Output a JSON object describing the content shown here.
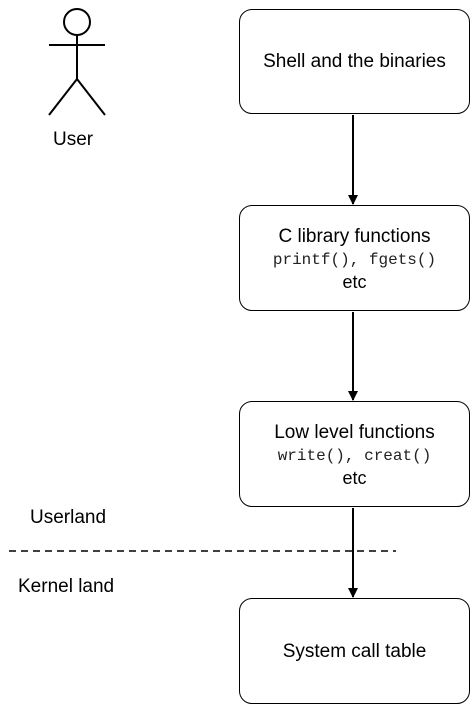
{
  "actor": {
    "label": "User"
  },
  "boxes": {
    "shell": {
      "title": "Shell and the binaries"
    },
    "c_library": {
      "title": "C library functions",
      "code": "printf(), fgets()",
      "note": "etc"
    },
    "low_level": {
      "title": "Low level functions",
      "code": "write(), creat()",
      "note": "etc"
    },
    "syscall_table": {
      "title": "System call table"
    }
  },
  "regions": {
    "upper": "Userland",
    "lower": "Kernel land"
  },
  "colors": {
    "stroke": "#000000",
    "background": "#ffffff",
    "code_text": "#222222"
  }
}
